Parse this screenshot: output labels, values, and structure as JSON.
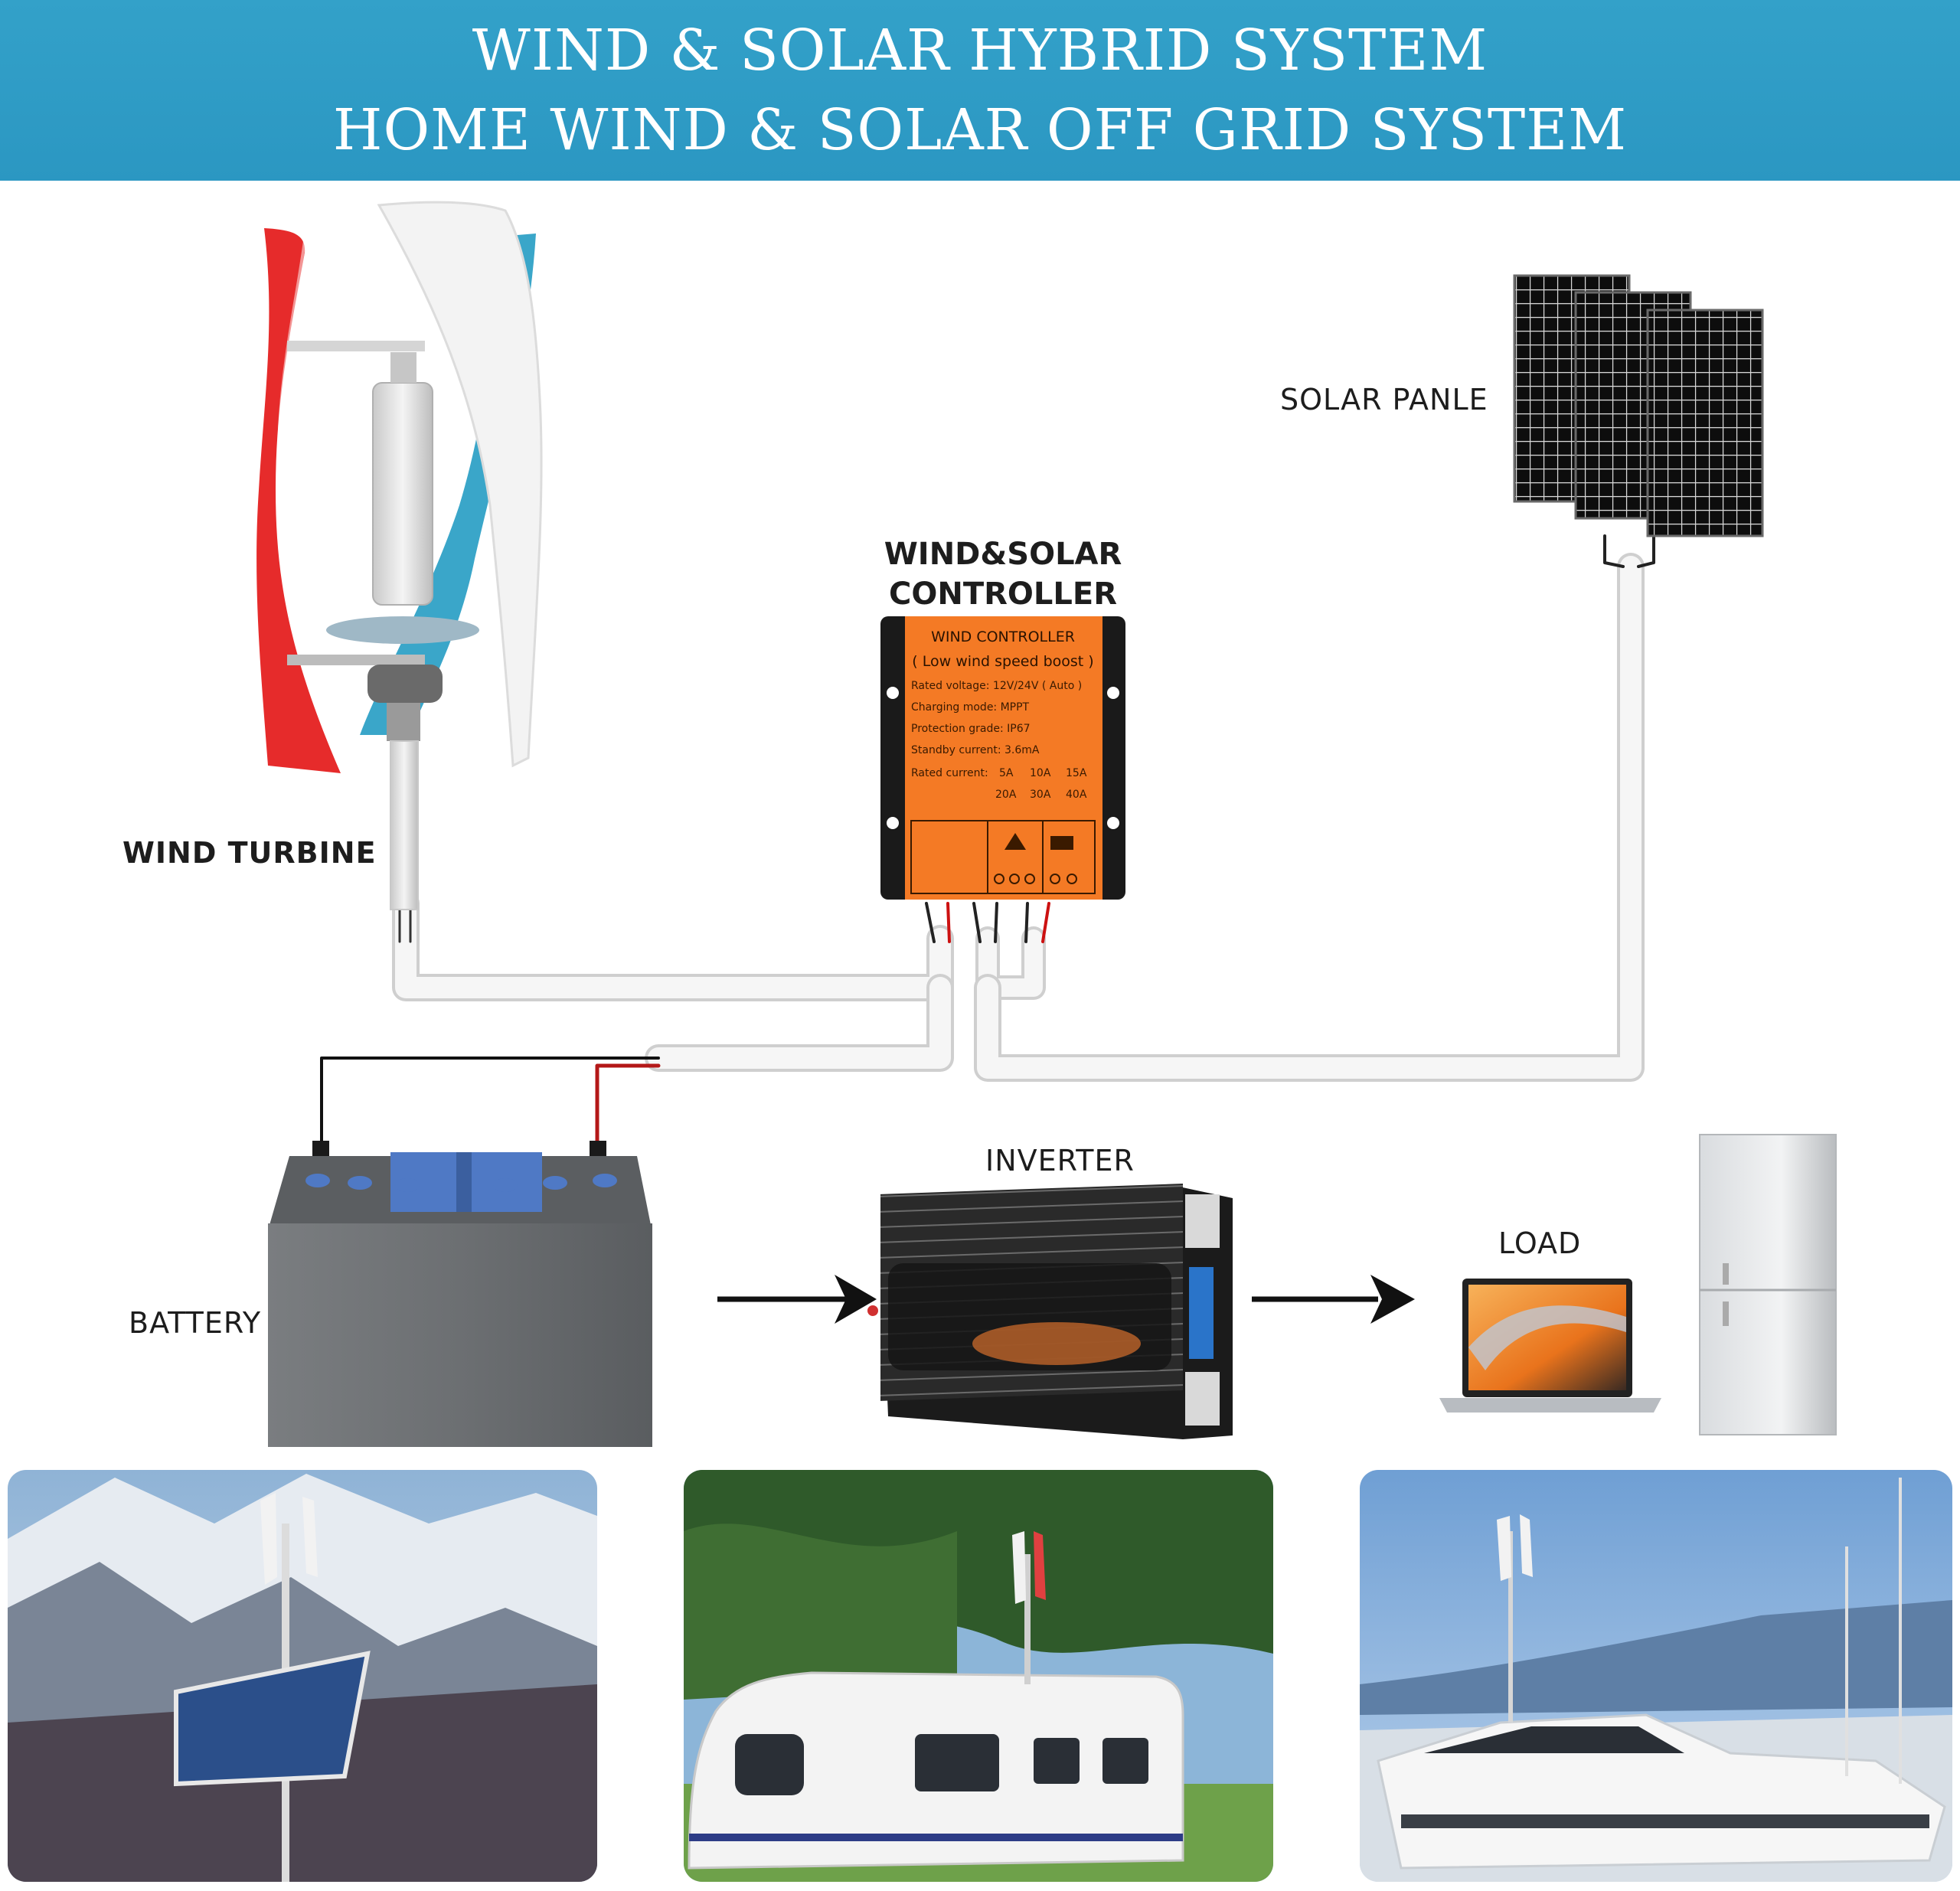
{
  "banner": {
    "line1": "WIND & SOLAR HYBRID SYSTEM",
    "line2": "HOME WIND & SOLAR OFF GRID SYSTEM"
  },
  "labels": {
    "wind_turbine": "WIND TURBINE",
    "solar_panel": "SOLAR PANLE",
    "controller_line1": "WIND&SOLAR",
    "controller_line2": "CONTROLLER",
    "battery": "BATTERY",
    "inverter": "INVERTER",
    "load": "LOAD"
  },
  "controller_plate": {
    "title": "WIND CONTROLLER",
    "subtitle": "( Low wind speed boost )",
    "rated_voltage": "Rated voltage: 12V/24V ( Auto )",
    "charging_mode": "Charging mode: MPPT",
    "protection": "Protection grade: IP67",
    "standby": "Standby current: 3.6mA",
    "rated_current_label": "Rated current:",
    "current_options_row1": [
      "5A",
      "10A",
      "15A"
    ],
    "current_options_row2": [
      "20A",
      "30A",
      "40A"
    ]
  },
  "colors": {
    "banner": "#2b97c2",
    "controller_orange": "#f47a25",
    "cable_white": "#f4f4f4",
    "turbine_red": "#e62b2b",
    "turbine_blue": "#3aa6c9",
    "battery_gray": "#6f7275",
    "battery_cap_blue": "#4f79c5"
  },
  "icons": [
    "wind-turbine-icon",
    "solar-panel-icon",
    "controller-icon",
    "battery-icon",
    "inverter-icon",
    "laptop-icon",
    "refrigerator-icon",
    "arrow-right-icon"
  ]
}
